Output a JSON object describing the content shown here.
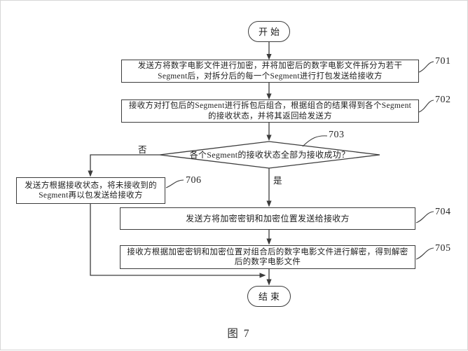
{
  "figure": {
    "caption": "图 7",
    "start_label": "开始",
    "end_label": "结束",
    "branch_labels": {
      "no": "否",
      "yes": "是"
    },
    "nodes": {
      "n701": {
        "ref": "701",
        "text": "发送方将数字电影文件进行加密，并将加密后的数字电影文件拆分为若干Segment后，对拆分后的每一个Segment进行打包发送给接收方"
      },
      "n702": {
        "ref": "702",
        "text": "接收方对打包后的Segment进行拆包后组合，根据组合的结果得到各个Segment的接收状态，并将其返回给发送方"
      },
      "n703": {
        "ref": "703",
        "text": "各个Segment的接收状态全部为接收成功？"
      },
      "n704": {
        "ref": "704",
        "text": "发送方将加密密钥和加密位置发送给接收方"
      },
      "n705": {
        "ref": "705",
        "text": "接收方根据加密密钥和加密位置对组合后的数字电影文件进行解密，得到解密后的数字电影文件"
      },
      "n706": {
        "ref": "706",
        "text": "发送方根据接收状态，将未接收到的Segment再以包发送给接收方"
      }
    },
    "colors": {
      "line": "#3c3c3c",
      "text": "#1e1e1e",
      "background": "#ffffff"
    }
  }
}
